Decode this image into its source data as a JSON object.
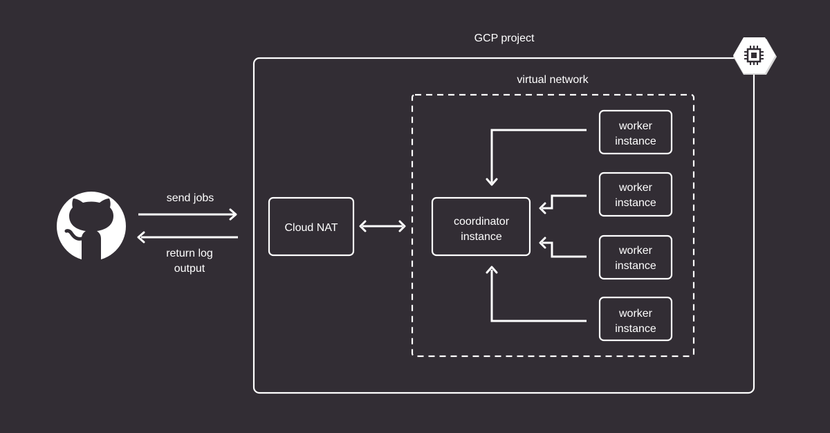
{
  "labels": {
    "gcp_project": "GCP project",
    "virtual_network": "virtual network",
    "send_jobs": "send jobs",
    "return_log_line1": "return log",
    "return_log_line2": "output",
    "cloud_nat": "Cloud NAT",
    "coordinator_line1": "coordinator",
    "coordinator_line2": "instance",
    "workers": [
      {
        "line1": "worker",
        "line2": "instance"
      },
      {
        "line1": "worker",
        "line2": "instance"
      },
      {
        "line1": "worker",
        "line2": "instance"
      },
      {
        "line1": "worker",
        "line2": "instance"
      }
    ]
  },
  "icons": {
    "github": "github-icon",
    "compute_engine": "compute-engine-icon"
  },
  "colors": {
    "background": "#322d34",
    "foreground": "#ffffff",
    "badge_shadow": "#d8d8d8",
    "chip": "#322d34"
  }
}
